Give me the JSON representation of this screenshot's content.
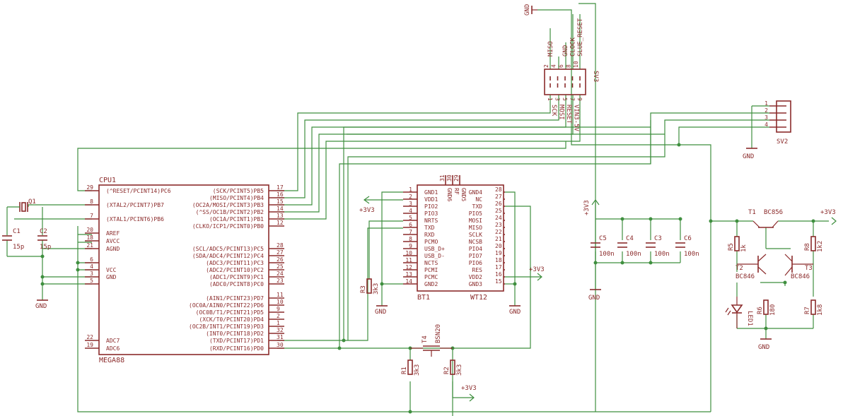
{
  "cpu": {
    "name": "CPU1",
    "value": "MEGA88",
    "left_pins": [
      {
        "num": "29",
        "label": "(^RESET/PCINT14)PC6"
      },
      {
        "num": "8",
        "label": "(XTAL2/PCINT7)PB7"
      },
      {
        "num": "7",
        "label": "(XTAL1/PCINT6)PB6"
      },
      {
        "num": "20",
        "label": "AREF"
      },
      {
        "num": "18",
        "label": "AVCC"
      },
      {
        "num": "21",
        "label": "AGND"
      },
      {
        "num": "6",
        "label": ""
      },
      {
        "num": "4",
        "label": "VCC"
      },
      {
        "num": "3",
        "label": "GND"
      },
      {
        "num": "5",
        "label": ""
      },
      {
        "num": "22",
        "label": "ADC7"
      },
      {
        "num": "19",
        "label": "ADC6"
      }
    ],
    "right_pins": [
      {
        "num": "17",
        "label": "(SCK/PCINT5)PB5"
      },
      {
        "num": "16",
        "label": "(MISO/PCINT4)PB4"
      },
      {
        "num": "15",
        "label": "(OC2A/MOSI/PCINT3)PB3"
      },
      {
        "num": "14",
        "label": "(^SS/OC1B/PCINT2)PB2"
      },
      {
        "num": "13",
        "label": "(OC1A/PCINT1)PB1"
      },
      {
        "num": "12",
        "label": "(CLKO/ICP1/PCINT0)PB0"
      },
      {
        "num": "28",
        "label": "(SCL/ADC5/PCINT13)PC5"
      },
      {
        "num": "27",
        "label": "(SDA/ADC4/PCINT12)PC4"
      },
      {
        "num": "26",
        "label": "(ADC3/PCINT11)PC3"
      },
      {
        "num": "25",
        "label": "(ADC2/PCINT10)PC2"
      },
      {
        "num": "24",
        "label": "(ADC1/PCINT9)PC1"
      },
      {
        "num": "23",
        "label": "(ADC0/PCINT8)PC0"
      },
      {
        "num": "11",
        "label": "(AIN1/PCINT23)PD7"
      },
      {
        "num": "10",
        "label": "(OC0A/AIN0/PCINT22)PD6"
      },
      {
        "num": "9",
        "label": "(OC0B/T1/PCINT21)PD5"
      },
      {
        "num": "2",
        "label": "(XCK/T0/PCINT20)PD4"
      },
      {
        "num": "1",
        "label": "(OC2B/INT1/PCINT19)PD3"
      },
      {
        "num": "32",
        "label": "(INT0/PCINT18)PD2"
      },
      {
        "num": "31",
        "label": "(TXD/PCINT17)PD1"
      },
      {
        "num": "30",
        "label": "(RXD/PCINT16)PD0"
      }
    ]
  },
  "bt": {
    "name": "BT1",
    "value": "WT12",
    "left_pins": [
      {
        "num": "1",
        "label": "GND1"
      },
      {
        "num": "2",
        "label": "VDD1"
      },
      {
        "num": "3",
        "label": "PIO2"
      },
      {
        "num": "4",
        "label": "PIO3"
      },
      {
        "num": "5",
        "label": "NRTS"
      },
      {
        "num": "6",
        "label": "TXD"
      },
      {
        "num": "7",
        "label": "RXD"
      },
      {
        "num": "8",
        "label": "PCMO"
      },
      {
        "num": "9",
        "label": "USB_D+"
      },
      {
        "num": "10",
        "label": "USB_D-"
      },
      {
        "num": "11",
        "label": "NCTS"
      },
      {
        "num": "12",
        "label": "PCMI"
      },
      {
        "num": "13",
        "label": "PCMC"
      },
      {
        "num": "14",
        "label": "GND2"
      }
    ],
    "right_pins": [
      {
        "num": "28",
        "label": "GND4"
      },
      {
        "num": "27",
        "label": "NC"
      },
      {
        "num": "26",
        "label": "TXD"
      },
      {
        "num": "25",
        "label": "PIO5"
      },
      {
        "num": "24",
        "label": "MOSI"
      },
      {
        "num": "23",
        "label": "MISO"
      },
      {
        "num": "22",
        "label": "SCLK"
      },
      {
        "num": "21",
        "label": "NCSB"
      },
      {
        "num": "20",
        "label": "PIO4"
      },
      {
        "num": "19",
        "label": "PIO7"
      },
      {
        "num": "18",
        "label": "PIO6"
      },
      {
        "num": "17",
        "label": "RES"
      },
      {
        "num": "16",
        "label": "VDD2"
      },
      {
        "num": "15",
        "label": "GND3"
      }
    ],
    "top_pins": [
      {
        "num": "31",
        "label": "GND6"
      },
      {
        "num": "30",
        "label": "RF"
      },
      {
        "num": "29",
        "label": "GND5"
      }
    ]
  },
  "sv3": {
    "name": "SV3",
    "top_nums": [
      "2",
      "4",
      "6",
      "8",
      "10"
    ],
    "bottom_nums": [
      "1",
      "3",
      "5",
      "7",
      "9"
    ],
    "top_labels": [
      "MISO",
      "",
      "GND",
      "CLOCK",
      "SLUE_RESET"
    ],
    "bottom_labels": [
      "SCK",
      "MOSI",
      "RESET",
      "VIN3-5V",
      ""
    ]
  },
  "sv2": {
    "name": "SV2",
    "pins": [
      "1",
      "2",
      "3",
      "4"
    ]
  },
  "power": {
    "gnd": "GND",
    "v33": "+3V3"
  },
  "parts": {
    "q1": "Q1",
    "c1": {
      "name": "C1",
      "value": "15p"
    },
    "c2": {
      "name": "C2",
      "value": "15p"
    },
    "c3": {
      "name": "C3",
      "value": "100n"
    },
    "c4": {
      "name": "C4",
      "value": "100n"
    },
    "c5": {
      "name": "C5",
      "value": "100n"
    },
    "c6": {
      "name": "C6",
      "value": "100n"
    },
    "r1": {
      "name": "R1",
      "value": "3k3"
    },
    "r2": {
      "name": "R2",
      "value": "3k3"
    },
    "r3": {
      "name": "R3",
      "value": "3k3"
    },
    "r5": {
      "name": "R5",
      "value": "1k"
    },
    "r6": {
      "name": "R6",
      "value": "180"
    },
    "r7": {
      "name": "R7",
      "value": "1k8"
    },
    "r8": {
      "name": "R8",
      "value": "1k2"
    },
    "t1": {
      "name": "T1",
      "value": "BC856"
    },
    "t2": {
      "name": "T2",
      "value": "BC846"
    },
    "t3": {
      "name": "T3",
      "value": "BC846"
    },
    "t4": {
      "name": "T4",
      "value": "BSN20"
    },
    "led1": "LED1"
  },
  "colors": {
    "part": "#8b2b2b",
    "wire": "#3f8f3f",
    "background": "#ffffff"
  }
}
